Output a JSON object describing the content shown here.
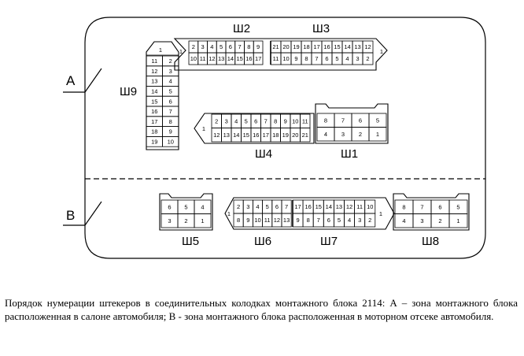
{
  "zones": {
    "a": "A",
    "b": "B"
  },
  "connectors": {
    "sh1": {
      "name": "Ш1",
      "top": [
        "8",
        "7",
        "6",
        "5"
      ],
      "bottom": [
        "4",
        "3",
        "2",
        "1"
      ]
    },
    "sh2": {
      "name": "Ш2",
      "end": "1",
      "top": [
        "2",
        "3",
        "4",
        "5",
        "6",
        "7",
        "8",
        "9"
      ],
      "bottom": [
        "10",
        "11",
        "12",
        "13",
        "14",
        "15",
        "16",
        "17"
      ]
    },
    "sh3": {
      "name": "Ш3",
      "end": "1",
      "top": [
        "21",
        "20",
        "19",
        "18",
        "17",
        "16",
        "15",
        "14",
        "13",
        "12"
      ],
      "bottom": [
        "11",
        "10",
        "9",
        "8",
        "7",
        "6",
        "5",
        "4",
        "3",
        "2"
      ]
    },
    "sh4": {
      "name": "Ш4",
      "end": "1",
      "top": [
        "2",
        "3",
        "4",
        "5",
        "6",
        "7",
        "8",
        "9",
        "10",
        "11"
      ],
      "bottom": [
        "12",
        "13",
        "14",
        "15",
        "16",
        "17",
        "18",
        "19",
        "20",
        "21"
      ]
    },
    "sh5": {
      "name": "Ш5",
      "top": [
        "6",
        "5",
        "4"
      ],
      "bottom": [
        "3",
        "2",
        "1"
      ]
    },
    "sh6": {
      "name": "Ш6",
      "end": "1",
      "top": [
        "2",
        "3",
        "4",
        "5",
        "6",
        "7"
      ],
      "bottom": [
        "8",
        "9",
        "10",
        "11",
        "12",
        "13"
      ]
    },
    "sh7": {
      "name": "Ш7",
      "end": "1",
      "top": [
        "17",
        "16",
        "15",
        "14",
        "13",
        "12",
        "11",
        "10"
      ],
      "bottom": [
        "9",
        "8",
        "7",
        "6",
        "5",
        "4",
        "3",
        "2"
      ]
    },
    "sh8": {
      "name": "Ш8",
      "top": [
        "8",
        "7",
        "6",
        "5"
      ],
      "bottom": [
        "4",
        "3",
        "2",
        "1"
      ]
    },
    "sh9": {
      "name": "Ш9",
      "end": "1",
      "left": [
        "11",
        "12",
        "13",
        "14",
        "15",
        "16",
        "17",
        "18",
        "19"
      ],
      "right": [
        "2",
        "3",
        "4",
        "5",
        "6",
        "7",
        "8",
        "9",
        "10"
      ]
    }
  },
  "caption": "Порядок нумерации штекеров в соединительных колодках монтажного блока 2114: А – зона монтажного блока расположенная в салоне автомобиля; В - зона монтажного блока расположенная в моторном отсеке автомобиля."
}
